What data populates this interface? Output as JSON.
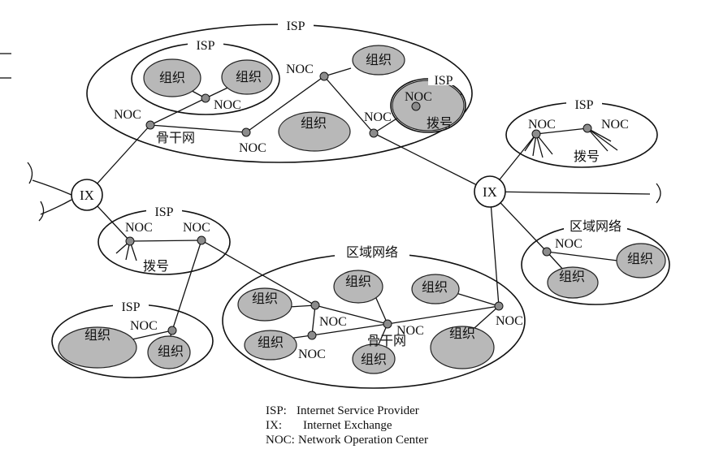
{
  "labels": {
    "isp": "ISP",
    "noc": "NOC",
    "ix": "IX",
    "org": "组织",
    "backbone": "骨干网",
    "dialup": "拨号",
    "regional": "区域网络"
  },
  "legend": [
    {
      "term": "ISP:",
      "desc": "Internet Service Provider"
    },
    {
      "term": "IX:",
      "desc": "Internet Exchange"
    },
    {
      "term": "NOC:",
      "desc": "Network Operation Center"
    }
  ]
}
